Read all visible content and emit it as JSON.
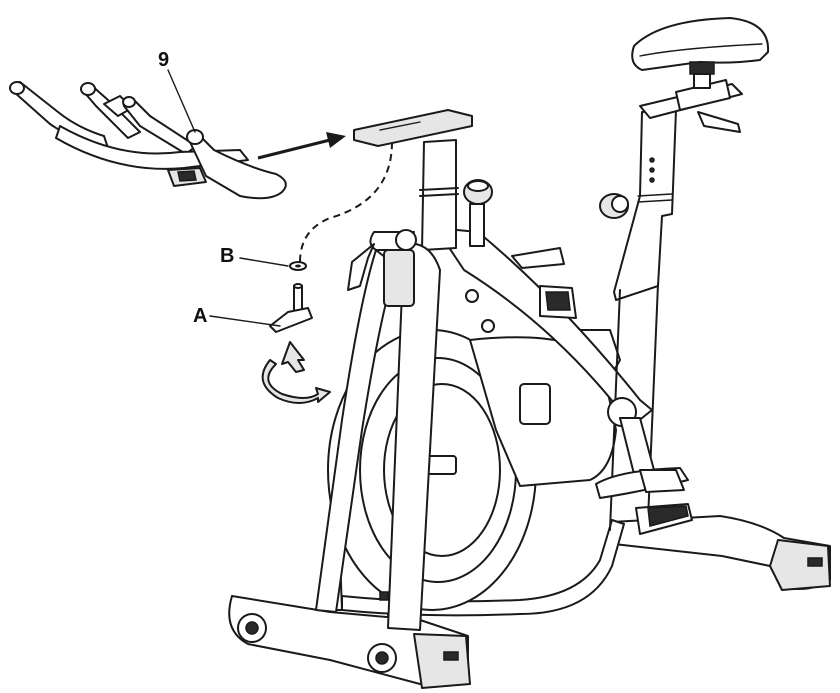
{
  "labels": {
    "part_number": "9",
    "part_b": "B",
    "part_a": "A"
  },
  "colors": {
    "line": "#1a1a1a",
    "fill_light": "#e6e6e6",
    "fill_dark": "#2a2a2a",
    "background": "#ffffff"
  },
  "icons": [
    "rotate-arrow-icon",
    "assembly-arrow-icon"
  ]
}
